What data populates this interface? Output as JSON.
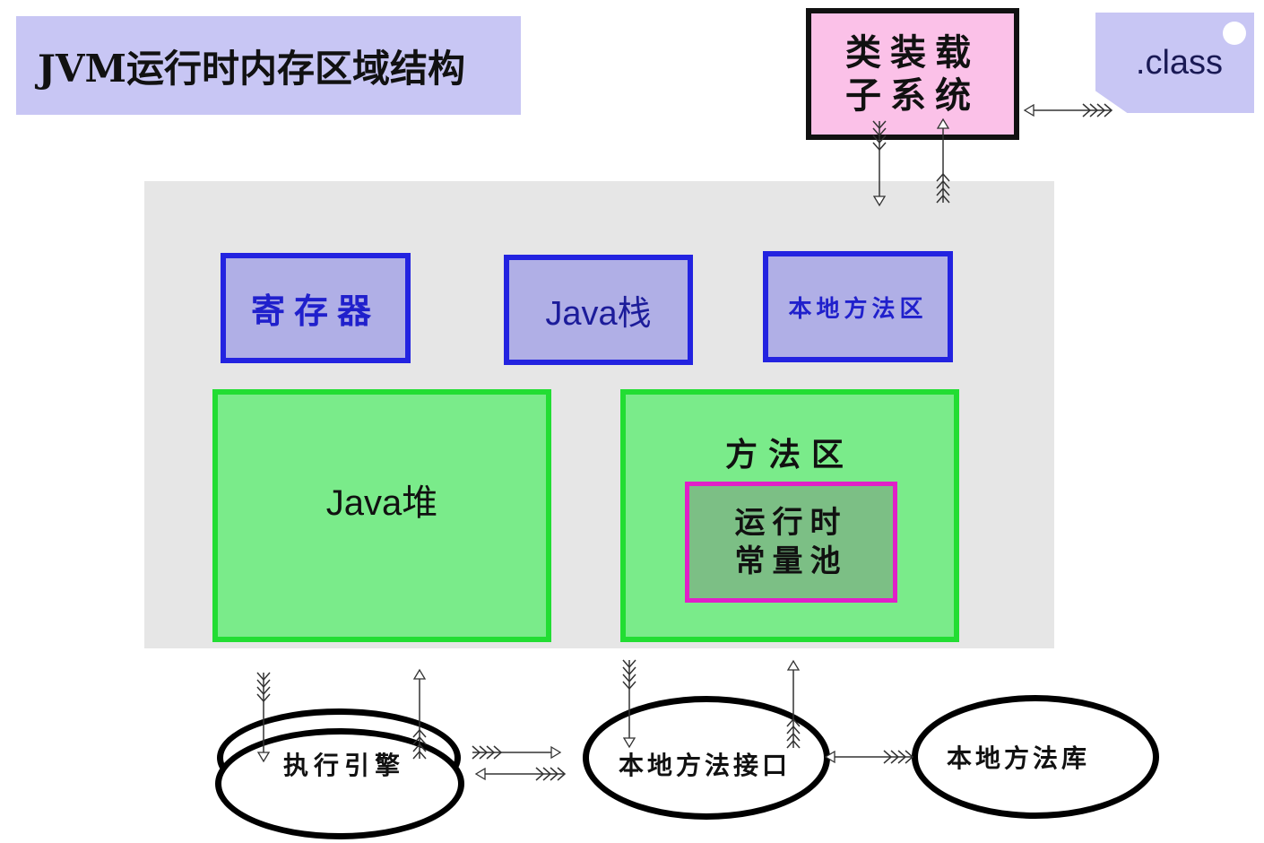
{
  "title": "JVM运行时内存区域结构",
  "class_loader": {
    "line1": "类装载",
    "line2": "子系统"
  },
  "class_file": ".class",
  "areas": {
    "registers": "寄存器",
    "java_stack": "Java栈",
    "native_method_stack": "本地方法区",
    "java_heap": "Java堆",
    "method_area": "方法区",
    "constant_pool": {
      "line1": "运行时",
      "line2": "常量池"
    }
  },
  "external": {
    "execution_engine": "执行引擎",
    "native_interface": "本地方法接口",
    "native_library": "本地方法库"
  },
  "colors": {
    "title_bg": "#c8c6f4",
    "loader_bg": "#fbc1e8",
    "runtime_bg": "#e6e6e6",
    "blue_border": "#2323e0",
    "blue_fill": "#b0afe6",
    "green_border": "#22dd33",
    "green_fill": "#7aeb8a",
    "pool_border": "#e020c8",
    "pool_fill": "#7cbf85"
  }
}
